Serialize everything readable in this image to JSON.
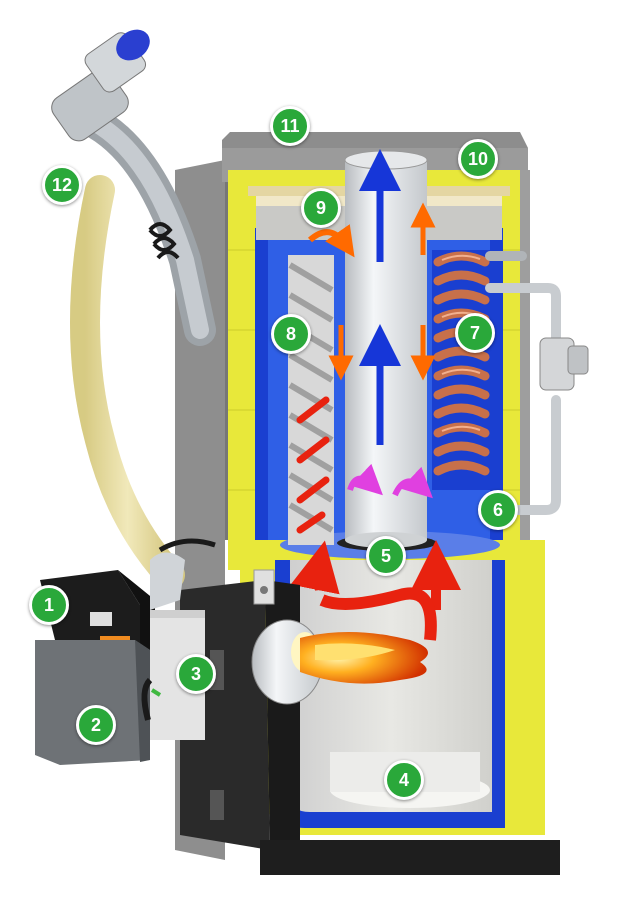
{
  "markers": [
    {
      "label": "1"
    },
    {
      "label": "2"
    },
    {
      "label": "3"
    },
    {
      "label": "4"
    },
    {
      "label": "5"
    },
    {
      "label": "6"
    },
    {
      "label": "7"
    },
    {
      "label": "8"
    },
    {
      "label": "9"
    },
    {
      "label": "10"
    },
    {
      "label": "11"
    },
    {
      "label": "12"
    }
  ],
  "colors": {
    "marker": "#2aa83a",
    "insulation": "#e8e83a",
    "water_jacket": "#1a3fd0",
    "casing": "#9a9a9a",
    "flame": "#ff6a00",
    "hot_flow": "#e8220f",
    "flow_up": "#1636d8",
    "swirl": "#e040e0",
    "coil": "#c8704a",
    "feed_tube": "#f3e8a8"
  }
}
